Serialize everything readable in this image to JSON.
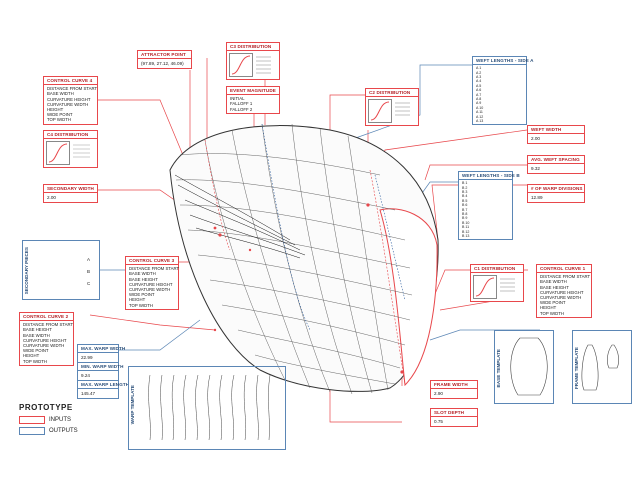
{
  "attractor_point": {
    "title": "ATTRACTOR POINT",
    "value": "(97.89, 27.12, 46.09)"
  },
  "c3": {
    "title": "C3 DISTRIBUTION"
  },
  "event_magnitude": {
    "title": "EVENT MAGNITUDE",
    "lines": [
      "INITIAL",
      "FALLOFF 1",
      "FALLOFF 2"
    ]
  },
  "c4": {
    "title": "C4 DISTRIBUTION"
  },
  "c2": {
    "title": "C2 DISTRIBUTION"
  },
  "c1": {
    "title": "C1 DISTRIBUTION"
  },
  "control_curve_4": {
    "title": "CONTROL CURVE 4",
    "lines": [
      "DISTANCE FROM START",
      "BASE WIDTH",
      "CURVATURE HEIGHT",
      "CURVATURE WIDTH",
      "HEIGHT",
      "WIDE POINT",
      "TOP WIDTH"
    ]
  },
  "control_curve_3": {
    "title": "CONTROL CURVE 3",
    "lines": [
      "DISTANCE FROM START",
      "BASE WIDTH",
      "BASE HEIGHT",
      "CURVATURE HEIGHT",
      "CURVATURE WIDTH",
      "WIDE POINT",
      "HEIGHT",
      "TOP WIDTH"
    ]
  },
  "control_curve_2": {
    "title": "CONTROL CURVE 2",
    "lines": [
      "DISTANCE FROM START",
      "BASE HEIGHT",
      "BASE WIDTH",
      "CURVATURE HEIGHT",
      "CURVATURE WIDTH",
      "WIDE POINT",
      "HEIGHT",
      "TOP WIDTH"
    ]
  },
  "control_curve_1": {
    "title": "CONTROL CURVE 1",
    "lines": [
      "DISTANCE FROM START",
      "BASE WIDTH",
      "BASE HEIGHT",
      "CURVATURE HEIGHT",
      "CURVATURE WIDTH",
      "WIDE POINT",
      "HEIGHT",
      "TOP WIDTH"
    ]
  },
  "secondary_width": {
    "title": "SECONDARY WIDTH",
    "value": "2.00"
  },
  "weft_a": {
    "title": "WEFT LENGTHS - SIDE A",
    "labels": [
      "A 1",
      "A 2",
      "A 3",
      "A 4",
      "A 5",
      "A 6",
      "A 7",
      "A 8",
      "A 9",
      "A 10",
      "A 11",
      "A 12",
      "A 13"
    ]
  },
  "weft_b": {
    "title": "WEFT LENGTHS - SIDE B",
    "labels": [
      "B 1",
      "B 2",
      "B 3",
      "B 4",
      "B 5",
      "B 6",
      "B 7",
      "B 8",
      "B 9",
      "B 10",
      "B 11",
      "B 12",
      "B 13"
    ]
  },
  "weft_width": {
    "title": "WEFT WIDTH",
    "value": "2.00"
  },
  "avg_weft_spacing": {
    "title": "AVG. WEFT SPACING",
    "value": "9.32"
  },
  "warp_divisions": {
    "title": "# OF WARP DIVISIONS",
    "value": "12.89"
  },
  "max_warp_width": {
    "title": "MAX. WARP WIDTH",
    "value": "22.99"
  },
  "min_warp_width": {
    "title": "MIN. WARP WIDTH",
    "value": "9.24"
  },
  "max_warp_length": {
    "title": "MAX. WARP LENGTH",
    "value": "145.47"
  },
  "frame_width": {
    "title": "FRAME WIDTH",
    "value": "2.90"
  },
  "slot_depth": {
    "title": "SLOT DEPTH",
    "value": "0.75"
  },
  "secondary_pieces": {
    "title": "SECONDARY PIECES",
    "labels": [
      "A",
      "B",
      "C"
    ]
  },
  "warp_template": {
    "title": "WARP TEMPLATE"
  },
  "base_template": {
    "title": "BASE TEMPLATE"
  },
  "frame_template": {
    "title": "FRAME TEMPLATE"
  },
  "legend": {
    "title": "PROTOTYPE",
    "inputs": "INPUTS",
    "outputs": "OUTPUTS"
  },
  "colors": {
    "input": "#e8474b",
    "output": "#5b86b5"
  }
}
